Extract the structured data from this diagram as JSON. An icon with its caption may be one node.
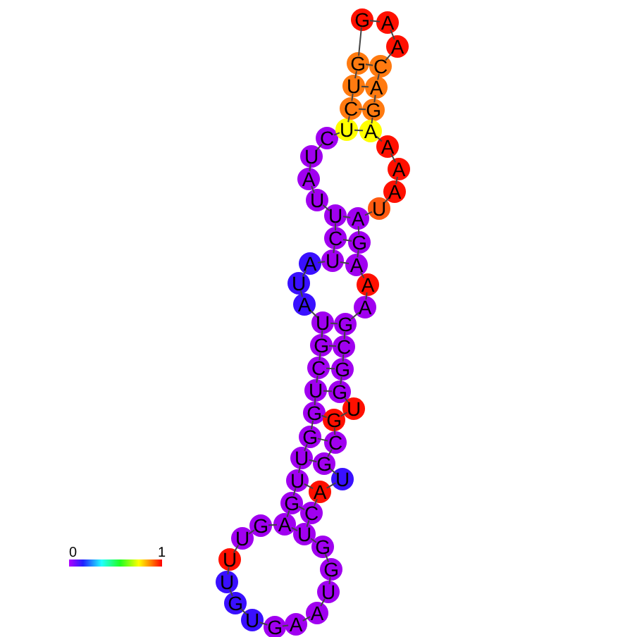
{
  "diagram": {
    "nodes": [
      {
        "text": [
          "G"
        ]
      },
      {
        "text": [
          "U"
        ]
      },
      {
        "text": [
          "U"
        ]
      },
      {
        "text": [
          "G"
        ]
      },
      {
        "text": [
          "G"
        ]
      },
      {
        "text": [
          "U"
        ]
      },
      {
        "text": [
          "C"
        ]
      },
      {
        "text": [
          "G"
        ]
      },
      {
        "text": [
          "U"
        ]
      },
      {
        "text": [
          "A"
        ]
      },
      {
        "text": [
          "U"
        ]
      },
      {
        "text": [
          "A"
        ]
      },
      {
        "text": [
          "U"
        ]
      },
      {
        "text": [
          "C"
        ]
      },
      {
        "text": [
          "U"
        ]
      },
      {
        "text": [
          "U"
        ]
      },
      {
        "text": [
          "A"
        ]
      },
      {
        "text": [
          "U"
        ]
      },
      {
        "text": [
          "C"
        ]
      },
      {
        "text": [
          "U"
        ]
      },
      {
        "text": [
          "C"
        ]
      },
      {
        "text": [
          "U"
        ]
      },
      {
        "text": [
          "G"
        ]
      },
      {
        "text": [
          "G"
        ]
      },
      {
        "text": [
          "A"
        ]
      },
      {
        "text": [
          "A"
        ]
      },
      {
        "text": [
          "C"
        ]
      },
      {
        "text": [
          "A"
        ]
      },
      {
        "text": [
          "G"
        ]
      },
      {
        "text": [
          "A"
        ]
      },
      {
        "text": [
          "A"
        ]
      },
      {
        "text": [
          "A"
        ]
      },
      {
        "text": [
          "A"
        ]
      },
      {
        "text": [
          "U"
        ]
      },
      {
        "text": [
          "A"
        ]
      },
      {
        "text": [
          "G"
        ]
      },
      {
        "text": [
          "A"
        ]
      },
      {
        "text": [
          "A"
        ]
      },
      {
        "text": [
          "A"
        ]
      },
      {
        "text": [
          "G"
        ]
      },
      {
        "text": [
          "C"
        ]
      },
      {
        "text": [
          "G"
        ]
      },
      {
        "text": [
          "G"
        ]
      },
      {
        "text": [
          "U"
        ]
      },
      {
        "text": [
          "G"
        ]
      },
      {
        "text": [
          "C"
        ]
      },
      {
        "text": [
          "G"
        ]
      },
      {
        "text": [
          "U"
        ]
      },
      {
        "text": [
          "A"
        ]
      },
      {
        "text": [
          "C"
        ]
      },
      {
        "text": [
          "U"
        ]
      },
      {
        "text": [
          "G"
        ]
      },
      {
        "text": [
          "G"
        ]
      },
      {
        "text": [
          "U"
        ]
      },
      {
        "text": [
          "A"
        ]
      },
      {
        "text": [
          "A"
        ]
      },
      {
        "text": [
          "G"
        ]
      },
      {
        "text": [
          "U"
        ]
      },
      {
        "text": [
          "G"
        ]
      },
      {
        "text": [
          "U"
        ]
      },
      {
        "text": [
          "U"
        ]
      },
      {
        "text": [
          "U"
        ]
      },
      {
        "text": [
          "G"
        ]
      },
      {
        "text": [
          "A"
        ]
      }
    ],
    "edges": [
      {
        "from": 0,
        "to": 1,
        "arrow": "none"
      },
      {
        "from": 1,
        "to": 2,
        "arrow": "none"
      },
      {
        "from": 2,
        "to": 3,
        "arrow": "none"
      },
      {
        "from": 3,
        "to": 4,
        "arrow": "none"
      },
      {
        "from": 4,
        "to": 5,
        "arrow": "none"
      },
      {
        "from": 5,
        "to": 6,
        "arrow": "none"
      },
      {
        "from": 6,
        "to": 7,
        "arrow": "none"
      },
      {
        "from": 7,
        "to": 8,
        "arrow": "none"
      },
      {
        "from": 8,
        "to": 9,
        "arrow": "none"
      },
      {
        "from": 9,
        "to": 10,
        "arrow": "none"
      },
      {
        "from": 10,
        "to": 11,
        "arrow": "none"
      },
      {
        "from": 11,
        "to": 12,
        "arrow": "none"
      },
      {
        "from": 12,
        "to": 13,
        "arrow": "none"
      },
      {
        "from": 13,
        "to": 14,
        "arrow": "none"
      },
      {
        "from": 14,
        "to": 15,
        "arrow": "none"
      },
      {
        "from": 15,
        "to": 16,
        "arrow": "none"
      },
      {
        "from": 16,
        "to": 17,
        "arrow": "none"
      },
      {
        "from": 17,
        "to": 18,
        "arrow": "none"
      },
      {
        "from": 18,
        "to": 19,
        "arrow": "none"
      },
      {
        "from": 19,
        "to": 20,
        "arrow": "none"
      },
      {
        "from": 20,
        "to": 21,
        "arrow": "none"
      },
      {
        "from": 21,
        "to": 22,
        "arrow": "none"
      },
      {
        "from": 22,
        "to": 23,
        "arrow": "none"
      },
      {
        "from": 23,
        "to": 24,
        "arrow": "none"
      },
      {
        "from": 24,
        "to": 25,
        "arrow": "none"
      },
      {
        "from": 25,
        "to": 26,
        "arrow": "none"
      },
      {
        "from": 26,
        "to": 27,
        "arrow": "none"
      },
      {
        "from": 27,
        "to": 28,
        "arrow": "none"
      },
      {
        "from": 28,
        "to": 29,
        "arrow": "none"
      },
      {
        "from": 29,
        "to": 30,
        "arrow": "none"
      },
      {
        "from": 30,
        "to": 31,
        "arrow": "none"
      },
      {
        "from": 31,
        "to": 32,
        "arrow": "none"
      },
      {
        "from": 32,
        "to": 33,
        "arrow": "none"
      },
      {
        "from": 33,
        "to": 34,
        "arrow": "none"
      },
      {
        "from": 34,
        "to": 35,
        "arrow": "none"
      },
      {
        "from": 35,
        "to": 36,
        "arrow": "none"
      },
      {
        "from": 36,
        "to": 37,
        "arrow": "none"
      },
      {
        "from": 37,
        "to": 38,
        "arrow": "none"
      },
      {
        "from": 38,
        "to": 39,
        "arrow": "none"
      },
      {
        "from": 39,
        "to": 40,
        "arrow": "none"
      },
      {
        "from": 40,
        "to": 41,
        "arrow": "none"
      },
      {
        "from": 41,
        "to": 42,
        "arrow": "none"
      },
      {
        "from": 42,
        "to": 43,
        "arrow": "none"
      },
      {
        "from": 43,
        "to": 44,
        "arrow": "none"
      },
      {
        "from": 44,
        "to": 45,
        "arrow": "none"
      },
      {
        "from": 45,
        "to": 46,
        "arrow": "none"
      },
      {
        "from": 46,
        "to": 47,
        "arrow": "none"
      },
      {
        "from": 47,
        "to": 48,
        "arrow": "none"
      },
      {
        "from": 48,
        "to": 49,
        "arrow": "none"
      },
      {
        "from": 49,
        "to": 50,
        "arrow": "none"
      },
      {
        "from": 50,
        "to": 51,
        "arrow": "none"
      },
      {
        "from": 51,
        "to": 52,
        "arrow": "none"
      },
      {
        "from": 52,
        "to": 53,
        "arrow": "none"
      },
      {
        "from": 53,
        "to": 54,
        "arrow": "none"
      },
      {
        "from": 54,
        "to": 55,
        "arrow": "none"
      },
      {
        "from": 55,
        "to": 56,
        "arrow": "none"
      },
      {
        "from": 56,
        "to": 57,
        "arrow": "none"
      },
      {
        "from": 57,
        "to": 58,
        "arrow": "none"
      },
      {
        "from": 58,
        "to": 59,
        "arrow": "none"
      },
      {
        "from": 59,
        "to": 60,
        "arrow": "none"
      },
      {
        "from": 60,
        "to": 61,
        "arrow": "none"
      },
      {
        "from": 61,
        "to": 62,
        "arrow": "none"
      },
      {
        "from": 62,
        "to": 63,
        "arrow": "none"
      },
      {
        "from": 63,
        "to": 0,
        "arrow": "none"
      },
      {
        "from": 0,
        "to": 49,
        "arrow": "none"
      },
      {
        "from": 1,
        "to": 48,
        "arrow": "none"
      },
      {
        "from": 2,
        "to": 46,
        "arrow": "none"
      },
      {
        "from": 3,
        "to": 45,
        "arrow": "none"
      },
      {
        "from": 4,
        "to": 44,
        "arrow": "none"
      },
      {
        "from": 5,
        "to": 42,
        "arrow": "none"
      },
      {
        "from": 6,
        "to": 41,
        "arrow": "none"
      },
      {
        "from": 7,
        "to": 40,
        "arrow": "none"
      },
      {
        "from": 8,
        "to": 39,
        "arrow": "none"
      },
      {
        "from": 12,
        "to": 36,
        "arrow": "none"
      },
      {
        "from": 13,
        "to": 35,
        "arrow": "none"
      },
      {
        "from": 14,
        "to": 34,
        "arrow": "none"
      },
      {
        "from": 19,
        "to": 29,
        "arrow": "none"
      },
      {
        "from": 20,
        "to": 28,
        "arrow": "none"
      },
      {
        "from": 21,
        "to": 27,
        "arrow": "none"
      },
      {
        "from": 22,
        "to": 26,
        "arrow": "none"
      },
      {
        "from": 63,
        "to": 50,
        "arrow": "none"
      }
    ],
    "labels": [
      "0",
      "1"
    ]
  }
}
